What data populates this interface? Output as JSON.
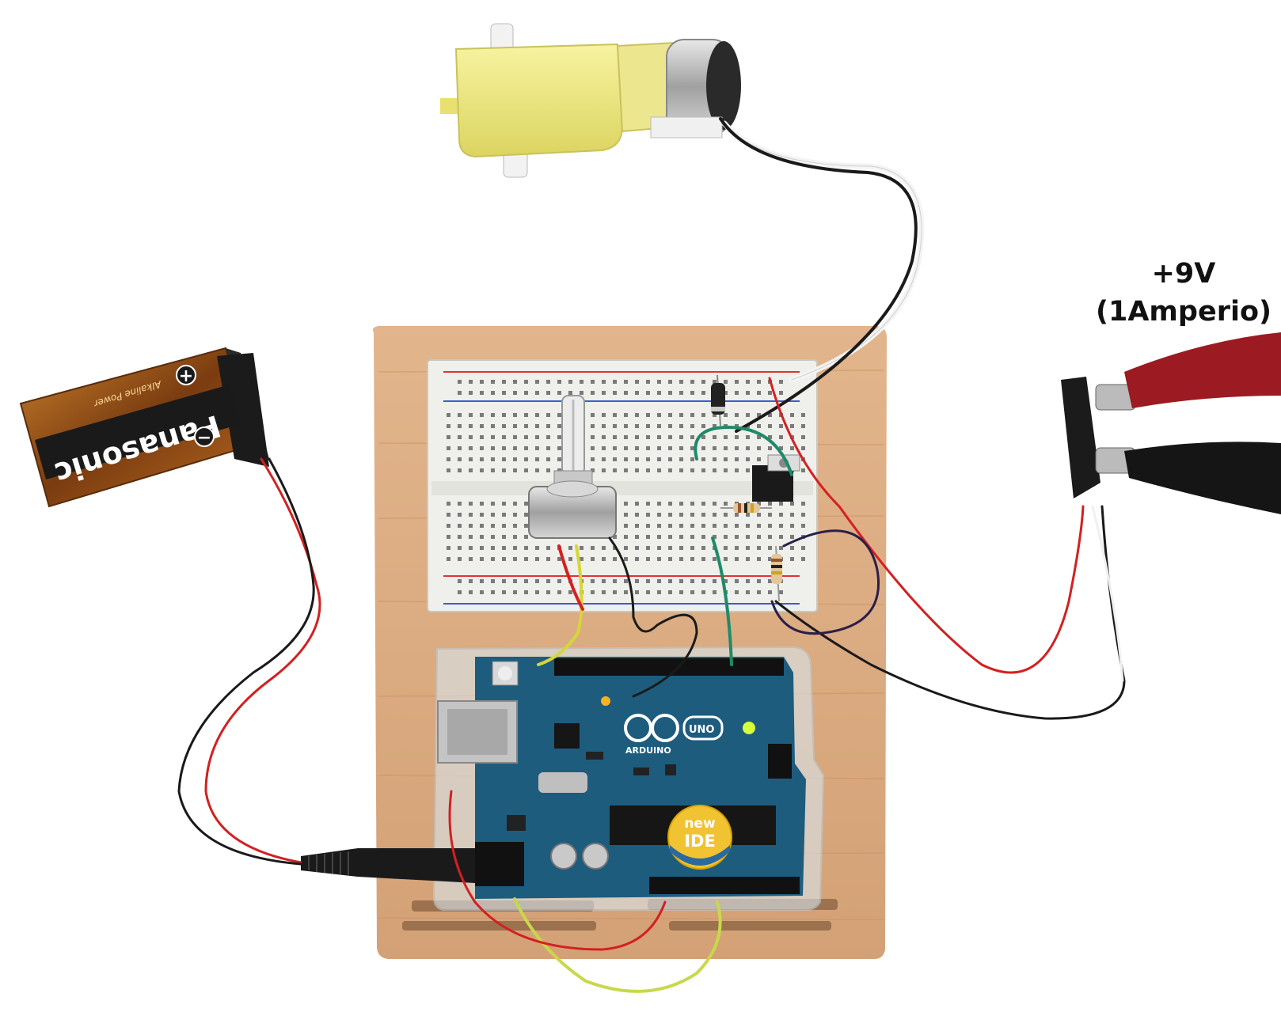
{
  "caption": {
    "voltage": "+9V",
    "current": "(1Amperio)"
  },
  "battery": {
    "brand": "Panasonic",
    "subtitle": "Alkaline Power",
    "plus_symbol": "+",
    "minus_symbol": "−"
  },
  "arduino": {
    "brand": "ARDUINO",
    "model": "UNO",
    "badge_line1": "new",
    "badge_line2": "IDE"
  },
  "colors": {
    "wood": "#dcae85",
    "breadboard": "#eeeeea",
    "pcb": "#1e5c7e",
    "motor": "#f1ec80",
    "wire_red": "#d42020",
    "wire_black": "#1a1a1a",
    "wire_green": "#1f8a6a",
    "wire_yellow": "#d6d63a",
    "wire_purple": "#2a1f4a"
  }
}
